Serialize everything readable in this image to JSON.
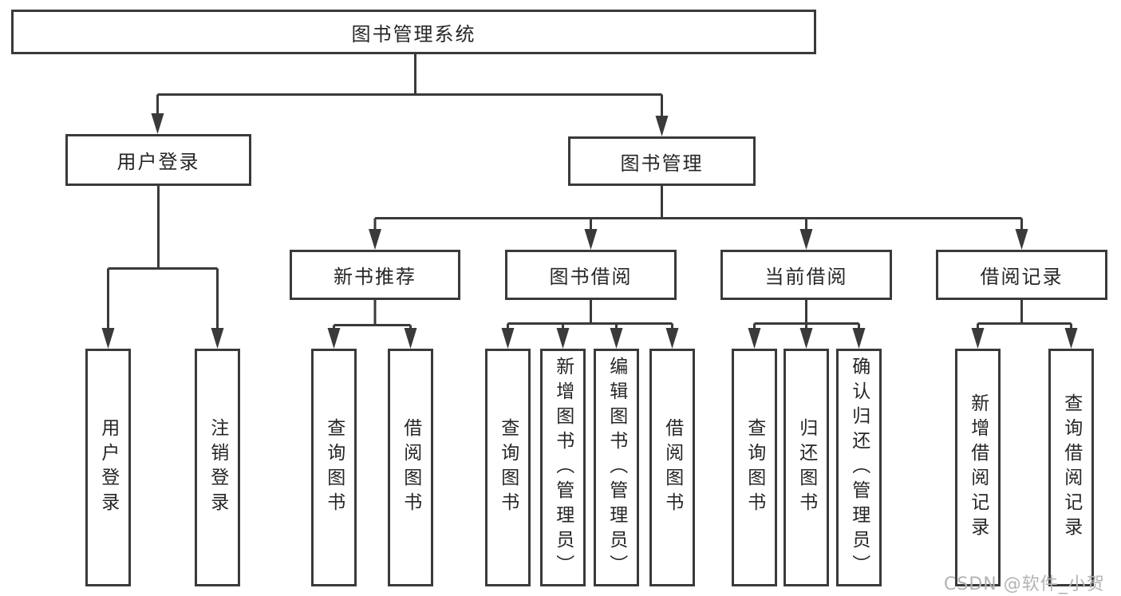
{
  "diagram_title": "图书管理系统",
  "colors": {
    "line": "#3a3a3a",
    "box_bg": "#ffffff",
    "text": "#262626",
    "watermark": "#b3b3b3",
    "background": "#ffffff"
  },
  "watermark": {
    "text": "CSDN @软件_小贺同学"
  },
  "tree": {
    "label": "图书管理系统",
    "children": [
      {
        "label": "用户登录",
        "children": [
          {
            "label": "用户登录"
          },
          {
            "label": "注销登录"
          }
        ]
      },
      {
        "label": "图书管理",
        "children": [
          {
            "label": "新书推荐",
            "children": [
              {
                "label": "查询图书"
              },
              {
                "label": "借阅图书"
              }
            ]
          },
          {
            "label": "图书借阅",
            "children": [
              {
                "label": "查询图书"
              },
              {
                "label": "新增图书（管理员）"
              },
              {
                "label": "编辑图书（管理员）"
              },
              {
                "label": "借阅图书"
              }
            ]
          },
          {
            "label": "当前借阅",
            "children": [
              {
                "label": "查询图书"
              },
              {
                "label": "归还图书"
              },
              {
                "label": "确认归还（管理员）"
              }
            ]
          },
          {
            "label": "借阅记录",
            "children": [
              {
                "label": "新增借阅记录"
              },
              {
                "label": "查询借阅记录"
              }
            ]
          }
        ]
      }
    ]
  }
}
